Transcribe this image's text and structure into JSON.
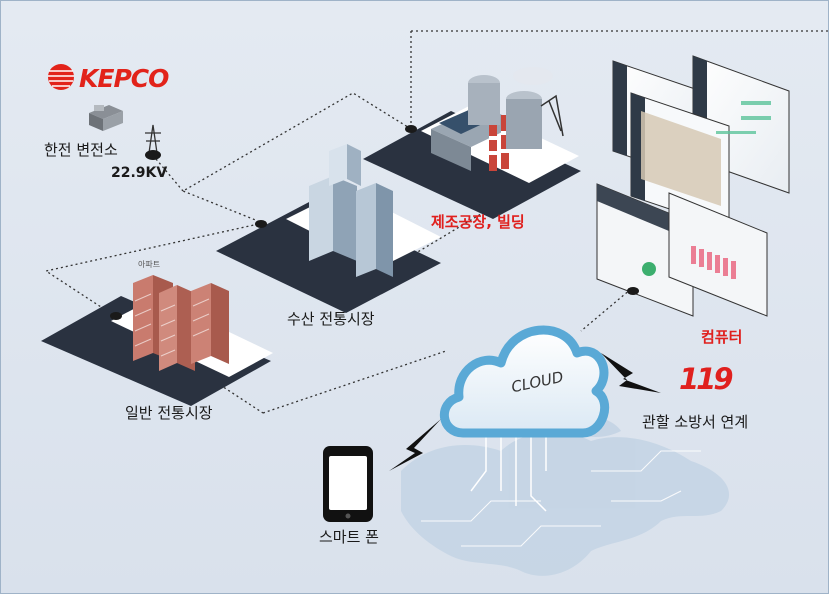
{
  "logo": {
    "text": "KEPCO",
    "color": "#e2231a"
  },
  "labels": {
    "substation": "한전 변전소",
    "voltage": "22.9KV",
    "factory": "제조공장, 빌딩",
    "susan_market": "수산 전통시장",
    "general_market": "일반 전통시장",
    "apartment_sign": "아파트",
    "computer": "컴퓨터",
    "cloud": "CLOUD",
    "fire_station": "관할 소방서 연계",
    "fire_logo": "119",
    "smartphone": "스마트 폰"
  },
  "colors": {
    "accent_red": "#e0201e",
    "cloud_blue": "#5aa9d6",
    "road": "#2a3240"
  }
}
